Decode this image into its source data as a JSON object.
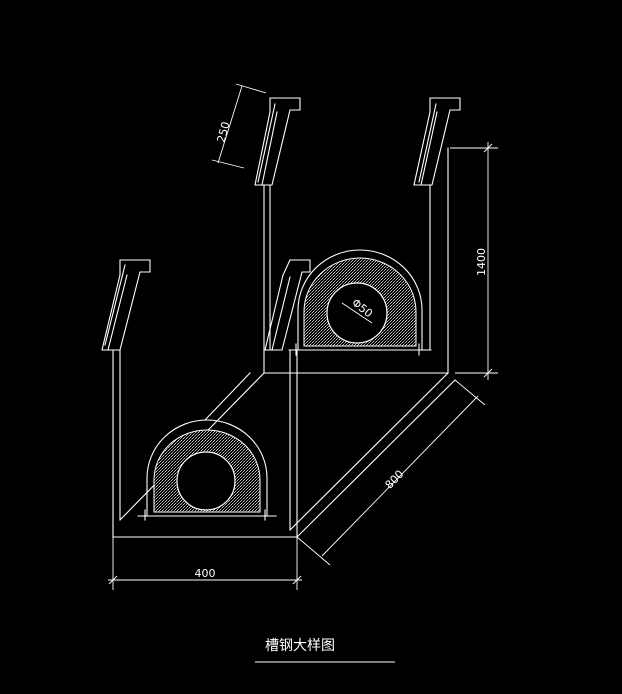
{
  "title": "槽钢大样图",
  "dimensions": {
    "width": "400",
    "height": "1400",
    "depth": "800",
    "bracket": "250",
    "pipe_dia": "Φ50"
  },
  "colors": {
    "background": "#000000",
    "line": "#ffffff",
    "insulation": "#9a9a9a"
  }
}
